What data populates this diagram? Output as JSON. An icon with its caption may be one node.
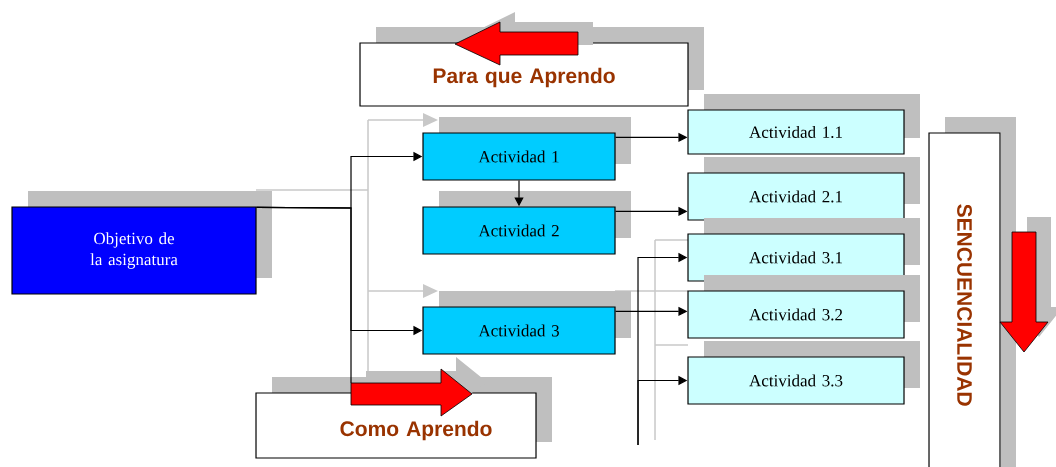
{
  "diagram": {
    "nodes": [
      {
        "text": [
          "Objetivo de la asignatura"
        ]
      },
      {
        "text": [
          "Para que Aprendo"
        ]
      },
      {
        "text": [
          "Actividad 1"
        ]
      },
      {
        "text": [
          "Actividad 2"
        ]
      },
      {
        "text": [
          "Actividad 3"
        ]
      },
      {
        "text": [
          "Actividad 1.1"
        ]
      },
      {
        "text": [
          "Actividad 2.1"
        ]
      },
      {
        "text": [
          "Actividad 3.1"
        ]
      },
      {
        "text": [
          "Actividad 3.2"
        ]
      },
      {
        "text": [
          "Actividad 3.3"
        ]
      },
      {
        "text": [
          "Como Aprendo"
        ]
      },
      {
        "text": [
          "SENCUENCIALIDAD"
        ]
      }
    ],
    "edges": [
      {
        "from": 0,
        "to": 2,
        "arrow": "to"
      },
      {
        "from": 0,
        "to": 4,
        "arrow": "to"
      },
      {
        "from": 0,
        "to": 10,
        "arrow": "none"
      },
      {
        "from": 2,
        "to": 3,
        "arrow": "to"
      },
      {
        "from": 2,
        "to": 5,
        "arrow": "to"
      },
      {
        "from": 3,
        "to": 6,
        "arrow": "to"
      },
      {
        "from": 4,
        "to": 8,
        "arrow": "to"
      },
      {
        "from": null,
        "to": 7,
        "arrow": "to"
      },
      {
        "from": null,
        "to": 9,
        "arrow": "to"
      }
    ]
  }
}
